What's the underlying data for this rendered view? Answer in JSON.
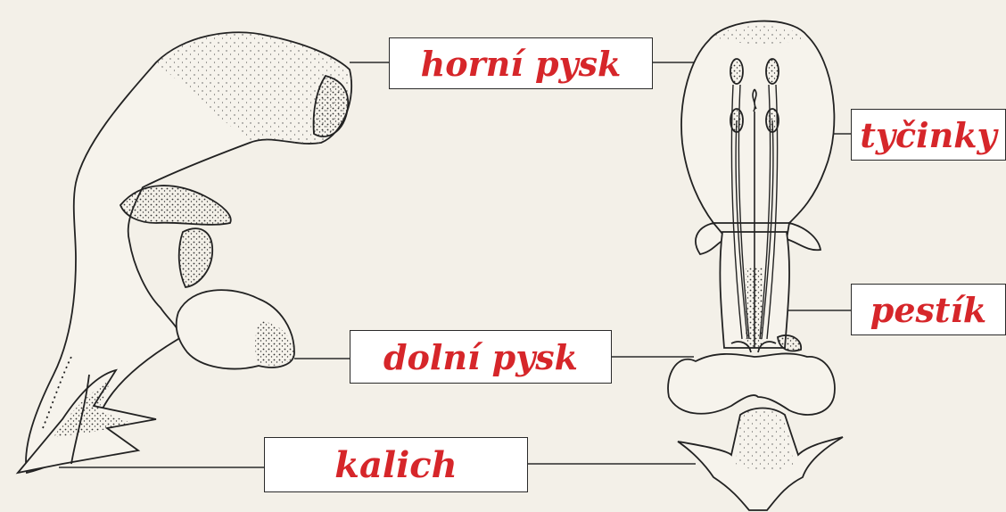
{
  "labels": {
    "horni_pysk": "horní pysk",
    "tycinky": "tyčinky",
    "pestik": "pestík",
    "dolni_pysk": "dolní pysk",
    "kalich": "kalich"
  },
  "colors": {
    "label_text": "#d6262a",
    "line": "#2a2a2a",
    "background": "#f3f0e8"
  }
}
